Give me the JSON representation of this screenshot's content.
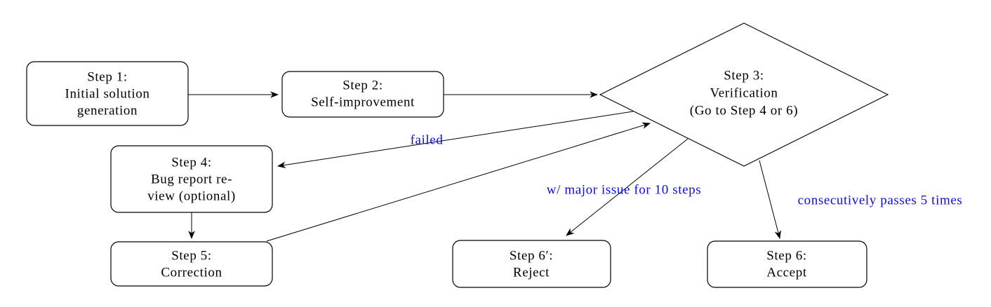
{
  "figure": {
    "background_color": "#ffffff",
    "stroke_color": "#000000",
    "edge_label_color": "#0d0de0",
    "nodes": [
      {
        "id": "step1",
        "shape": "rounded-rectangle",
        "lines": [
          "Step 1:",
          "Initial solution",
          "generation"
        ]
      },
      {
        "id": "step2",
        "shape": "rounded-rectangle",
        "lines": [
          "Step 2:",
          "Self-improvement"
        ]
      },
      {
        "id": "step3",
        "shape": "diamond",
        "lines": [
          "Step 3:",
          "Verification",
          "(Go to Step 4 or 6)"
        ]
      },
      {
        "id": "step4",
        "shape": "rounded-rectangle",
        "lines": [
          "Step 4:",
          "Bug report re-",
          "view (optional)"
        ]
      },
      {
        "id": "step5",
        "shape": "rounded-rectangle",
        "lines": [
          "Step 5:",
          "Correction"
        ]
      },
      {
        "id": "step6prime",
        "shape": "rounded-rectangle",
        "lines": [
          "Step 6′:",
          "Reject"
        ]
      },
      {
        "id": "step6",
        "shape": "rounded-rectangle",
        "lines": [
          "Step 6:",
          "Accept"
        ]
      }
    ],
    "edges": [
      {
        "from": "step1",
        "to": "step2",
        "label": ""
      },
      {
        "from": "step2",
        "to": "step3",
        "label": ""
      },
      {
        "from": "step3",
        "to": "step4",
        "label": "failed"
      },
      {
        "from": "step4",
        "to": "step5",
        "label": ""
      },
      {
        "from": "step5",
        "to": "step3",
        "label": ""
      },
      {
        "from": "step3",
        "to": "step6prime",
        "label": "w/ major issue for 10 steps"
      },
      {
        "from": "step3",
        "to": "step6",
        "label": "consecutively passes 5 times"
      }
    ]
  }
}
